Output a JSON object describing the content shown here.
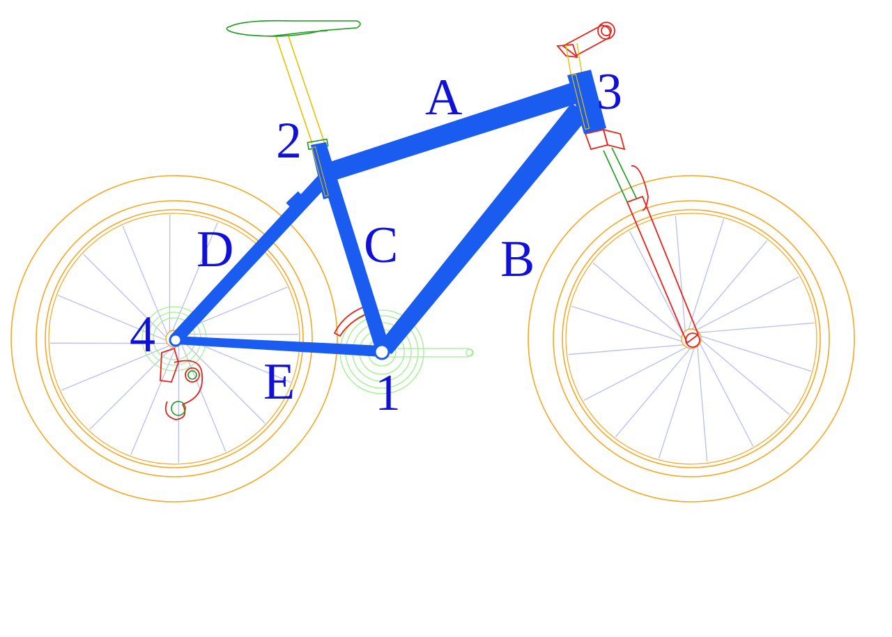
{
  "colors": {
    "frame": "#1a5cf0",
    "frame_outline": "#0a2ea8",
    "label": "#1010d8",
    "tire": "#f5a623",
    "spoke": "#b8bcf5",
    "crank": "#9cf08c",
    "seat": "#1a9a1a",
    "seatpost": "#e8c000",
    "fork": "#e8201a",
    "derailleur": "#e8201a"
  },
  "labels": {
    "tubes": {
      "top_tube": "A",
      "down_tube": "B",
      "seat_tube": "C",
      "seat_stay": "D",
      "chain_stay": "E"
    },
    "joints": {
      "bottom_bracket": "1",
      "seat_cluster": "2",
      "head_tube": "3",
      "rear_dropout": "4"
    }
  },
  "icons": {
    "rear_wheel": "wheel-icon",
    "front_wheel": "wheel-icon",
    "saddle": "saddle-icon",
    "chainring": "chainring-icon",
    "fork": "fork-icon",
    "derailleur": "derailleur-icon",
    "stem": "stem-icon"
  }
}
